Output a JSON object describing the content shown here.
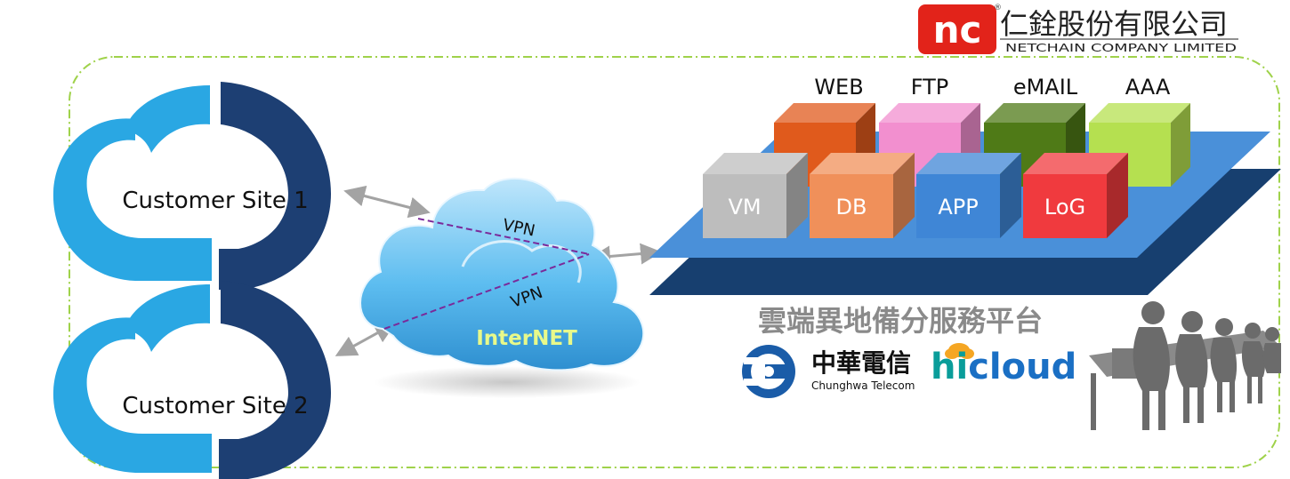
{
  "logo": {
    "mark": "nc",
    "name_zh": "仁銓股份有限公司",
    "name_en": "NETCHAIN COMPANY LIMITED",
    "registered": "®",
    "color": "#e2231a"
  },
  "sites": [
    {
      "label": "Customer Site 1"
    },
    {
      "label": "Customer Site 2"
    }
  ],
  "internet": {
    "label": "InterNET",
    "vpn_labels": [
      "VPN",
      "VPN"
    ]
  },
  "services_back": [
    {
      "label": "WEB",
      "color": "#e05a1c"
    },
    {
      "label": "FTP",
      "color": "#f28fcf"
    },
    {
      "label": "eMAIL",
      "color": "#4f7a17"
    },
    {
      "label": "AAA",
      "color": "#b5e050"
    }
  ],
  "services_front": [
    {
      "label": "VM",
      "color": "#bdbdbd"
    },
    {
      "label": "DB",
      "color": "#f0905a"
    },
    {
      "label": "APP",
      "color": "#3f86d6"
    },
    {
      "label": "LoG",
      "color": "#f03a3e"
    }
  ],
  "platform": {
    "title": "雲端異地備分服務平台"
  },
  "partners": {
    "cht_zh": "中華電信",
    "cht_en": "Chunghwa Telecom",
    "hicloud_hi": "hi",
    "hicloud_rest": "cloud"
  },
  "colors": {
    "cloud_light": "#2aa7e3",
    "cloud_dark": "#1d3f73",
    "frame": "#9fd24a",
    "vpn_line": "#7a2a9a",
    "platform_top": "#4a90d9",
    "platform_side": "#173f6f"
  }
}
